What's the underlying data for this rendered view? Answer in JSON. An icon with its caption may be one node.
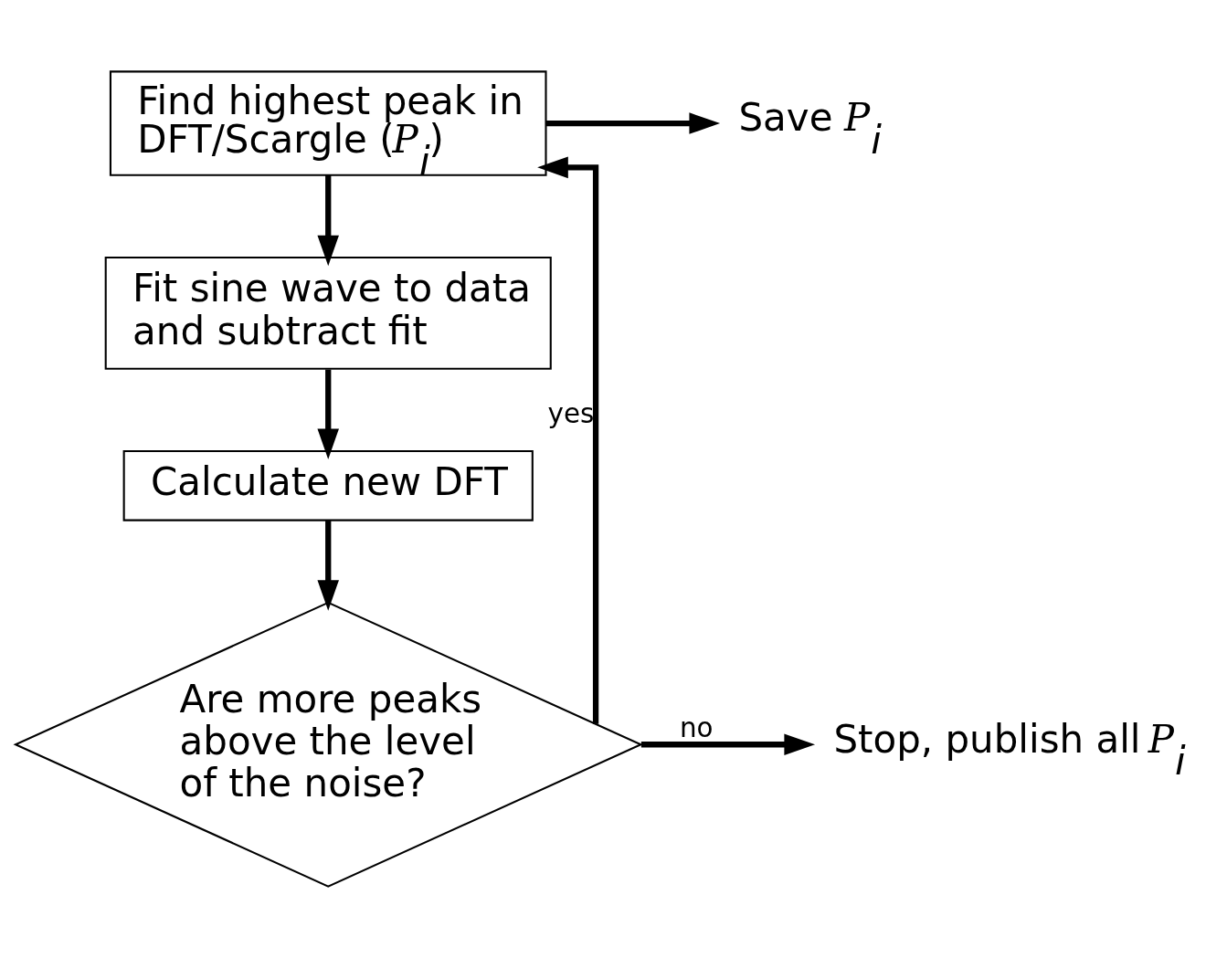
{
  "diagram": {
    "nodes": [
      {
        "text": [
          "Find highest peak in DFT/Scargle (*P*$_{i}$)"
        ]
      },
      {
        "text": [
          "Fit sine wave to data and subtract fit"
        ]
      },
      {
        "text": [
          "Calculate new DFT"
        ]
      },
      {
        "text": [
          "Are more peaks above the level of the noise?"
        ]
      },
      {
        "text": [
          "Save *P*$_{i}$"
        ]
      },
      {
        "text": [
          "Stop, publish all *P*$_{i}$"
        ]
      }
    ],
    "edges": [
      {
        "from": 0,
        "to": 4,
        "arrow": "to"
      },
      {
        "from": 0,
        "to": 1,
        "arrow": "to"
      },
      {
        "from": 1,
        "to": 2,
        "arrow": "to"
      },
      {
        "from": 2,
        "to": 3,
        "arrow": "to"
      },
      {
        "from": 3,
        "to": 0,
        "arrow": "to",
        "label": "yes"
      },
      {
        "from": 3,
        "to": 5,
        "arrow": "to",
        "label": "no"
      }
    ]
  }
}
